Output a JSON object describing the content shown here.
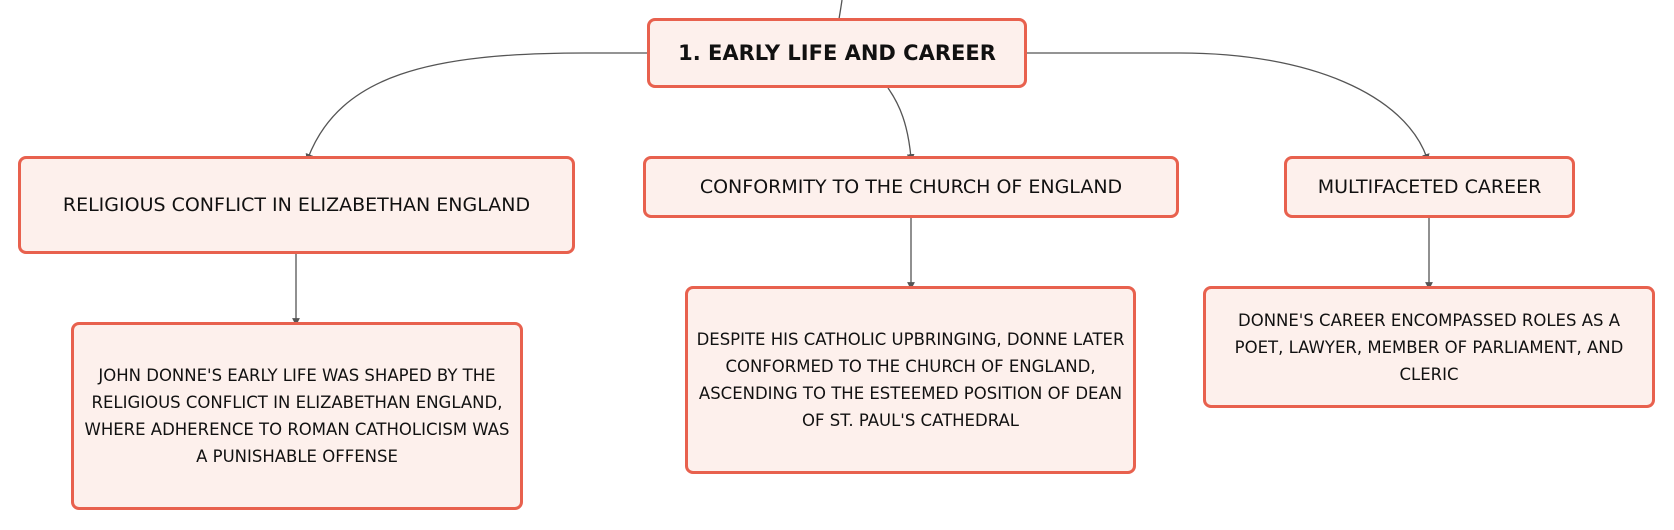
{
  "root": {
    "label": "1. EARLY LIFE AND CAREER"
  },
  "branches": [
    {
      "label": "RELIGIOUS CONFLICT IN ELIZABETHAN ENGLAND",
      "detail": "JOHN DONNE'S EARLY LIFE WAS SHAPED BY THE RELIGIOUS CONFLICT IN ELIZABETHAN ENGLAND, WHERE ADHERENCE TO ROMAN CATHOLICISM WAS A PUNISHABLE OFFENSE"
    },
    {
      "label": "CONFORMITY TO THE CHURCH OF ENGLAND",
      "detail": "DESPITE HIS CATHOLIC UPBRINGING, DONNE LATER CONFORMED TO THE CHURCH OF ENGLAND, ASCENDING TO THE ESTEEMED POSITION OF DEAN OF ST. PAUL'S CATHEDRAL"
    },
    {
      "label": "MULTIFACETED CAREER",
      "detail": "DONNE'S CAREER ENCOMPASSED ROLES AS A POET, LAWYER, MEMBER OF PARLIAMENT, AND CLERIC"
    }
  ],
  "colors": {
    "node_border": "#e8614e",
    "node_fill": "#fdf0ec",
    "connector": "#555555"
  }
}
